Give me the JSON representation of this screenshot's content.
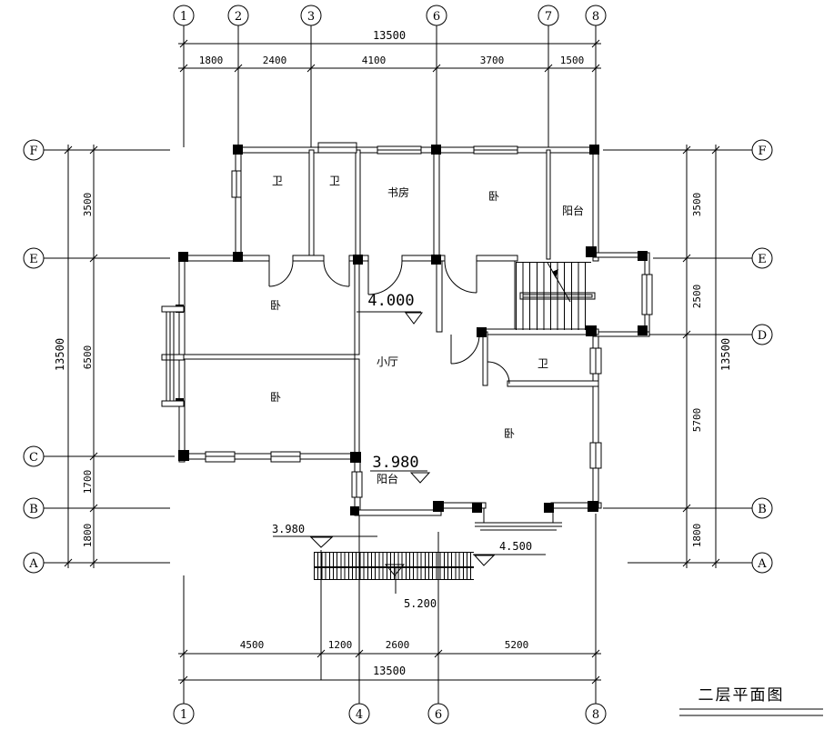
{
  "title": {
    "text": "二层平面图"
  },
  "grid": {
    "top_bubbles": [
      "1",
      "2",
      "3",
      "6",
      "7",
      "8"
    ],
    "bottom_bubbles": [
      "1",
      "4",
      "6",
      "8"
    ],
    "left_bubbles": [
      "F",
      "E",
      "C",
      "B",
      "A"
    ],
    "right_bubbles": [
      "F",
      "E",
      "D",
      "B",
      "A"
    ]
  },
  "dimensions": {
    "top": {
      "total": "13500",
      "segments": [
        "1800",
        "2400",
        "4100",
        "3700",
        "1500"
      ]
    },
    "bottom": {
      "total": "13500",
      "segments": [
        "4500",
        "1200",
        "2600",
        "5200"
      ]
    },
    "left": {
      "total": "13500",
      "segments": [
        "3500",
        "6500",
        "1700",
        "1800"
      ]
    },
    "right": {
      "total": "13500",
      "segments": [
        "3500",
        "2500",
        "5700",
        "1800"
      ]
    }
  },
  "rooms": {
    "bath1": "卫",
    "bath2": "卫",
    "study": "书房",
    "bed_top": "卧",
    "balcony_top": "阳台",
    "bed_left_upper": "卧",
    "bed_left_lower": "卧",
    "hall": "小厅",
    "bath3": "卫",
    "bed_master": "卧",
    "balcony_bottom": "阳台"
  },
  "elevations": {
    "hall": "4.000",
    "balcony": "3.980",
    "terrace_left": "3.980",
    "terrace_right": "4.500",
    "terrace_bottom": "5.200"
  },
  "colors": {
    "line": "#000000",
    "background": "#ffffff"
  }
}
